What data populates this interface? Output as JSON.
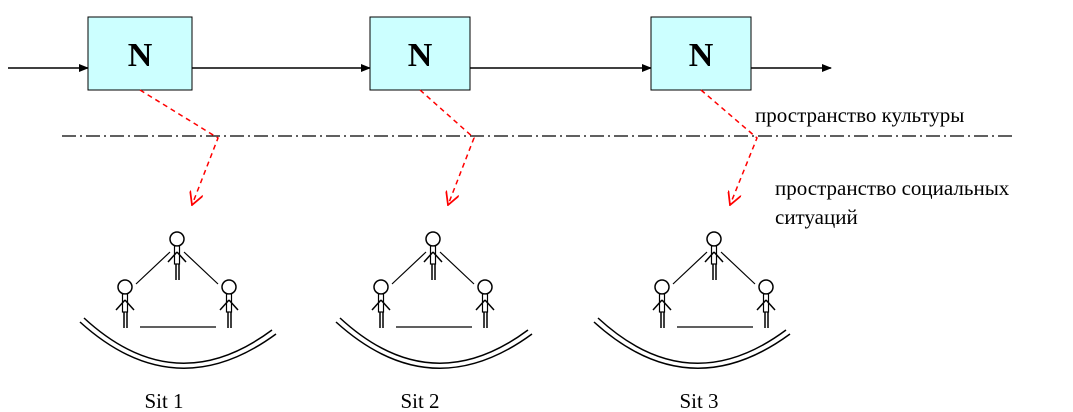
{
  "nodes": [
    {
      "label": "N"
    },
    {
      "label": "N"
    },
    {
      "label": "N"
    }
  ],
  "spaces": {
    "culture": "пространство культуры",
    "social_line1": "пространство социальных",
    "social_line2": "ситуаций"
  },
  "situations": [
    {
      "label": "Sit 1"
    },
    {
      "label": "Sit 2"
    },
    {
      "label": "Sit 3"
    }
  ],
  "colors": {
    "node_fill": "#ccffff",
    "line": "#000000",
    "dashed_arrow": "#ff0000"
  }
}
